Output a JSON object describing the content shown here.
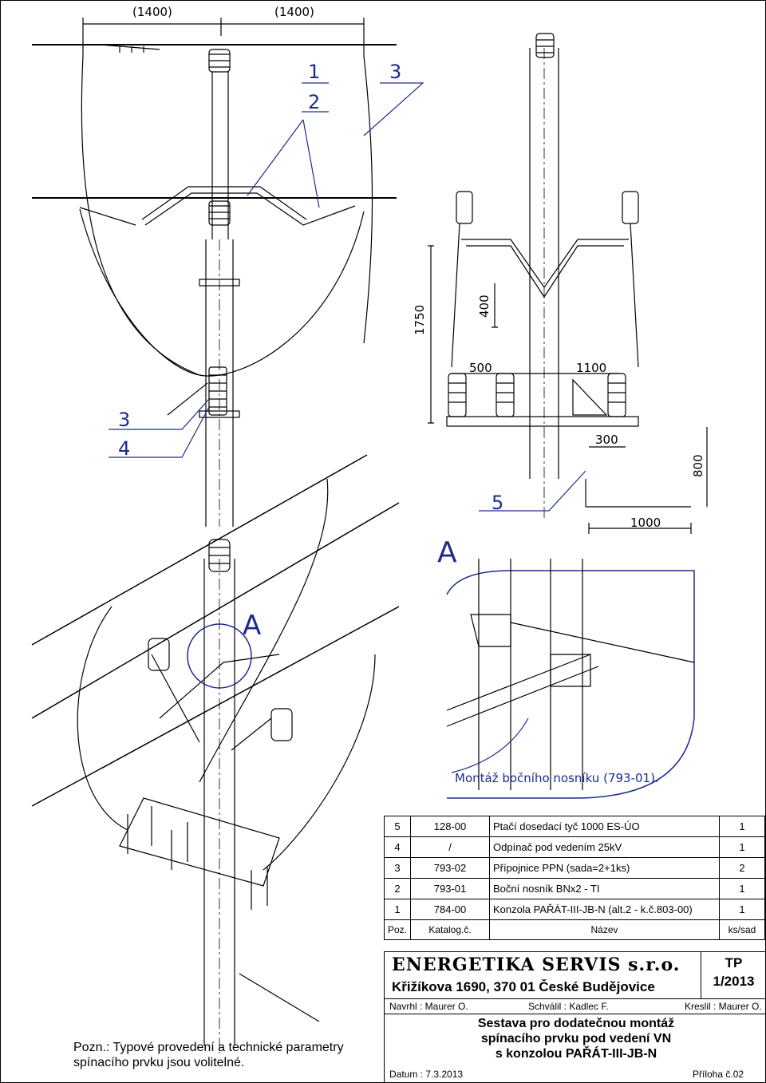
{
  "dimensions": {
    "top_left": "(1400)",
    "top_right": "(1400)",
    "height": "1750",
    "upper": "400",
    "left": "500",
    "right": "1100",
    "small": "300",
    "depth": "800",
    "bottom": "1000"
  },
  "callouts": {
    "c1": "1",
    "c2": "2",
    "c3_top": "3",
    "c3_left": "3",
    "c4": "4",
    "c5": "5",
    "detail_ref": "A",
    "detail_title": "A",
    "detail_caption": "Montáž bočního nosníku (793-01)."
  },
  "parts_table": {
    "rows": [
      {
        "pos": "5",
        "cat": "128-00",
        "name": "Ptačí dosedací tyč 1000 ES-ÚO",
        "qty": "1"
      },
      {
        "pos": "4",
        "cat": "/",
        "name": "Odpínač pod vedením 25kV",
        "qty": "1"
      },
      {
        "pos": "3",
        "cat": "793-02",
        "name": "Přípojnice PPN (sada=2+1ks)",
        "qty": "2"
      },
      {
        "pos": "2",
        "cat": "793-01",
        "name": "Boční nosník BNx2 - TI",
        "qty": "1"
      },
      {
        "pos": "1",
        "cat": "784-00",
        "name": "Konzola PAŘÁT-III-JB-N (alt.2 - k.č.803-00)",
        "qty": "1"
      }
    ],
    "header": {
      "pos": "Poz.",
      "cat": "Katalog.č.",
      "name": "Název",
      "qty": "ks/sad"
    }
  },
  "title_block": {
    "company": "ENERGETIKA SERVIS s.r.o.",
    "address": "Křižíkova 1690, 370 01 České Budějovice",
    "doc_type": "TP",
    "doc_no": "1/2013",
    "drawn": "Navrhl : Maurer O.",
    "approved": "Schválil : Kadlec F.",
    "draftsman": "Kreslil : Maurer O.",
    "subject_line1": "Sestava pro dodatečnou montáž",
    "subject_line2": "spínacího prvku pod vedení VN",
    "subject_line3": "s konzolou PAŘÁT-III-JB-N",
    "date": "Datum : 7.3.2013",
    "appendix": "Příloha č.02"
  },
  "note": {
    "line1": "Pozn.: Typové provedení a technické parametry",
    "line2": "spínacího prvku jsou volitelné."
  },
  "colors": {
    "callout": "#1d2c8c",
    "line": "#000000",
    "detail_circle": "#1d2c8c"
  }
}
